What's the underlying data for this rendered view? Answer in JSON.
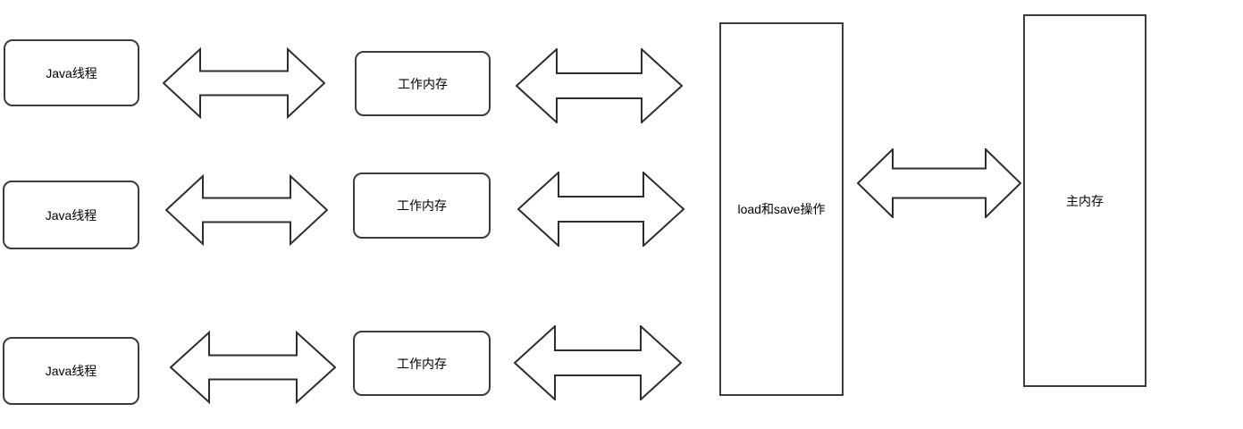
{
  "diagram": {
    "type": "java-memory-model-diagram",
    "colors": {
      "background": "#ffffff",
      "box_border": "#3c3c3c",
      "box_fill": "#ffffff",
      "arrow_stroke": "#2e2e2e",
      "arrow_fill": "#ffffff",
      "text": "#000000"
    },
    "thread_boxes": [
      {
        "label": "Java线程"
      },
      {
        "label": "Java线程"
      },
      {
        "label": "Java线程"
      }
    ],
    "working_memory_boxes": [
      {
        "label": "工作内存"
      },
      {
        "label": "工作内存"
      },
      {
        "label": "工作内存"
      }
    ],
    "load_save_box": {
      "label": "load和save操作"
    },
    "main_memory_box": {
      "label": "主内存"
    },
    "connectors": [
      {
        "from": "Java线程",
        "to": "工作内存",
        "row": 1,
        "type": "double-arrow"
      },
      {
        "from": "工作内存",
        "to": "load和save操作",
        "row": 1,
        "type": "double-arrow"
      },
      {
        "from": "Java线程",
        "to": "工作内存",
        "row": 2,
        "type": "double-arrow"
      },
      {
        "from": "工作内存",
        "to": "load和save操作",
        "row": 2,
        "type": "double-arrow"
      },
      {
        "from": "Java线程",
        "to": "工作内存",
        "row": 3,
        "type": "double-arrow"
      },
      {
        "from": "工作内存",
        "to": "load和save操作",
        "row": 3,
        "type": "double-arrow"
      },
      {
        "from": "load和save操作",
        "to": "主内存",
        "type": "double-arrow"
      }
    ]
  }
}
